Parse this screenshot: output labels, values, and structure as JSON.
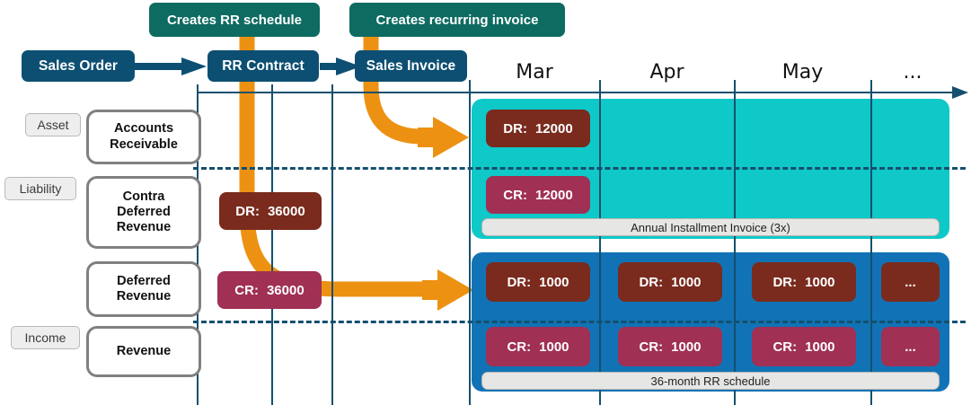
{
  "flow": {
    "nodes": [
      {
        "id": "sales-order",
        "label": "Sales Order"
      },
      {
        "id": "rr-contract",
        "label": "RR Contract"
      },
      {
        "id": "sales-invoice",
        "label": "Sales Invoice"
      }
    ],
    "callouts": [
      {
        "id": "creates-rr-schedule",
        "label": "Creates RR schedule"
      },
      {
        "id": "creates-recurring-invoice",
        "label": "Creates recurring invoice"
      }
    ]
  },
  "ledger": {
    "categories": [
      {
        "id": "asset",
        "label": "Asset"
      },
      {
        "id": "liability",
        "label": "Liability"
      },
      {
        "id": "income",
        "label": "Income"
      }
    ],
    "accounts": [
      {
        "id": "accounts-receivable",
        "label": "Accounts\nReceivable"
      },
      {
        "id": "contra-deferred-revenue",
        "label": "Contra\nDeferred\nRevenue"
      },
      {
        "id": "deferred-revenue",
        "label": "Deferred\nRevenue"
      },
      {
        "id": "revenue",
        "label": "Revenue"
      }
    ]
  },
  "contract_entries": [
    {
      "id": "contract-dr",
      "type": "DR",
      "label": "DR:",
      "amount": "36000"
    },
    {
      "id": "contract-cr",
      "type": "CR",
      "label": "CR:",
      "amount": "36000"
    }
  ],
  "timeline": {
    "months": [
      "Mar",
      "Apr",
      "May",
      "..."
    ]
  },
  "invoice_block": {
    "id": "annual-installment-block",
    "color": "#0fc8c8",
    "note": "Annual Installment Invoice (3x)",
    "entries": [
      {
        "id": "invoice-dr",
        "type": "DR",
        "label": "DR:",
        "amount": "12000"
      },
      {
        "id": "invoice-cr",
        "type": "CR",
        "label": "CR:",
        "amount": "12000"
      }
    ]
  },
  "schedule_block": {
    "id": "rr-schedule-block",
    "color": "#1173b5",
    "note": "36-month RR schedule",
    "dr_entries": [
      {
        "id": "sched-dr-mar",
        "label": "DR:",
        "amount": "1000"
      },
      {
        "id": "sched-dr-apr",
        "label": "DR:",
        "amount": "1000"
      },
      {
        "id": "sched-dr-may",
        "label": "DR:",
        "amount": "1000"
      },
      {
        "id": "sched-dr-more",
        "label": "",
        "amount": "..."
      }
    ],
    "cr_entries": [
      {
        "id": "sched-cr-mar",
        "label": "CR:",
        "amount": "1000"
      },
      {
        "id": "sched-cr-apr",
        "label": "CR:",
        "amount": "1000"
      },
      {
        "id": "sched-cr-may",
        "label": "CR:",
        "amount": "1000"
      },
      {
        "id": "sched-cr-more",
        "label": "",
        "amount": "..."
      }
    ]
  },
  "colors": {
    "navy": "#0d4f72",
    "callout_green": "#0e6b61",
    "orange": "#ed9112",
    "debit": "#7a2b1e",
    "credit": "#a03054",
    "teal": "#0fc8c8",
    "blue": "#1173b5",
    "axis": "#14506e"
  }
}
